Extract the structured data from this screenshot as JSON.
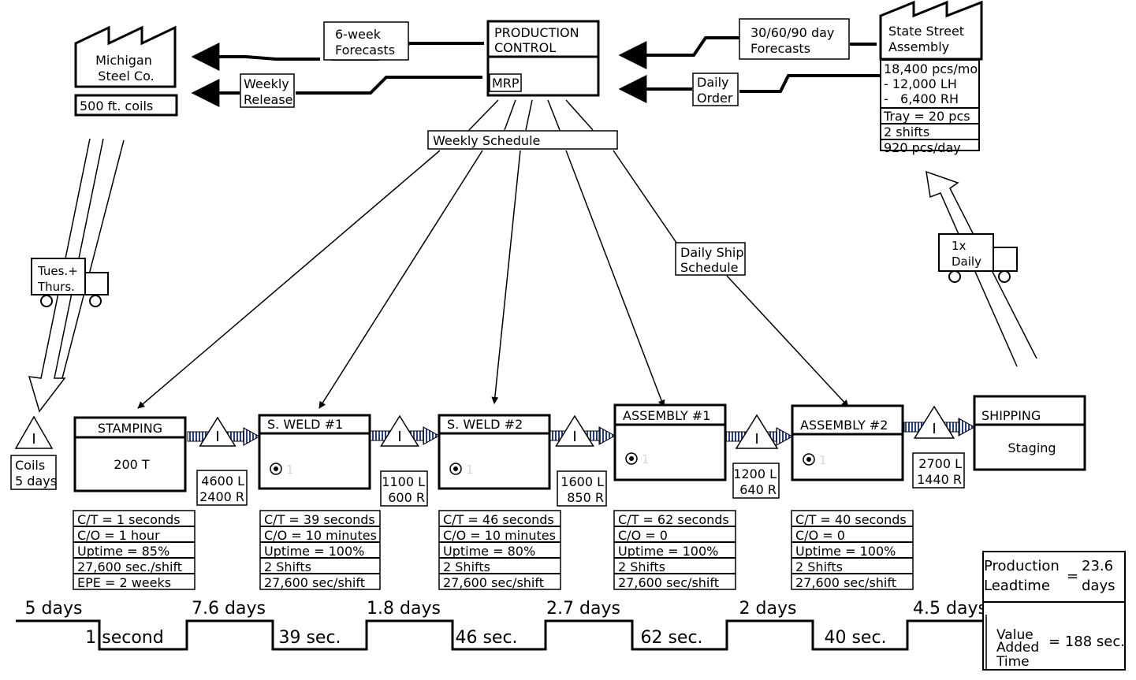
{
  "supplier": {
    "name_line1": "Michigan",
    "name_line2": "Steel Co.",
    "spec": "500 ft. coils"
  },
  "customer": {
    "name_line1": "State Street",
    "name_line2": "Assembly",
    "rows": [
      "18,400 pcs/mo",
      "- 12,000 LH",
      "-   6,400 RH",
      "Tray = 20 pcs",
      "2 shifts",
      "920 pcs/day"
    ]
  },
  "production_control": {
    "title_line1": "PRODUCTION",
    "title_line2": "CONTROL",
    "system": "MRP"
  },
  "info_flows": {
    "supplier_forecast_line1": "6-week",
    "supplier_forecast_line2": "Forecasts",
    "supplier_release_line1": "Weekly",
    "supplier_release_line2": "Release",
    "customer_forecast_line1": "30/60/90 day",
    "customer_forecast_line2": "Forecasts",
    "customer_order_line1": "Daily",
    "customer_order_line2": "Order",
    "weekly_schedule": "Weekly Schedule",
    "daily_ship_line1": "Daily Ship",
    "daily_ship_line2": "Schedule"
  },
  "trucks": {
    "inbound_line1": "Tues.+",
    "inbound_line2": "Thurs.",
    "outbound_line1": "1x",
    "outbound_line2": "Daily"
  },
  "raw_inventory": {
    "symbol": "I",
    "line1": "Coils",
    "line2": "5 days"
  },
  "processes": [
    {
      "name": "STAMPING",
      "body": "200 T",
      "operator": "",
      "data": [
        "C/T = 1 seconds",
        "C/O = 1 hour",
        "Uptime = 85%",
        "27,600 sec./shift",
        "EPE = 2 weeks"
      ]
    },
    {
      "name": "S. WELD #1",
      "body": "",
      "operator": "1",
      "data": [
        "C/T = 39 seconds",
        "C/O = 10 minutes",
        "Uptime = 100%",
        "2 Shifts",
        "27,600 sec/shift"
      ]
    },
    {
      "name": "S. WELD #2",
      "body": "",
      "operator": "1",
      "data": [
        "C/T = 46 seconds",
        "C/O = 10 minutes",
        "Uptime = 80%",
        "2 Shifts",
        "27,600 sec/shift"
      ]
    },
    {
      "name": "ASSEMBLY #1",
      "body": "",
      "operator": "1",
      "data": [
        "C/T = 62 seconds",
        "C/O = 0",
        "Uptime = 100%",
        "2 Shifts",
        "27,600 sec/shift"
      ]
    },
    {
      "name": "ASSEMBLY #2",
      "body": "",
      "operator": "1",
      "data": [
        "C/T = 40 seconds",
        "C/O = 0",
        "Uptime = 100%",
        "2 Shifts",
        "27,600 sec/shift"
      ]
    },
    {
      "name": "SHIPPING",
      "body": "Staging",
      "operator": "",
      "data": []
    }
  ],
  "inventories": [
    {
      "symbol": "I",
      "line1": "4600 L",
      "line2": "2400 R"
    },
    {
      "symbol": "I",
      "line1": "1100 L",
      "line2": "600 R"
    },
    {
      "symbol": "I",
      "line1": "1600 L",
      "line2": "850 R"
    },
    {
      "symbol": "I",
      "line1": "1200 L",
      "line2": "640 R"
    },
    {
      "symbol": "I",
      "line1": "2700 L",
      "line2": "1440 R"
    }
  ],
  "timeline": {
    "wait_times": [
      "5 days",
      "7.6 days",
      "1.8 days",
      "2.7 days",
      "2 days",
      "4.5 days"
    ],
    "process_times": [
      "1 second",
      "39 sec.",
      "46 sec.",
      "62 sec.",
      "40 sec."
    ]
  },
  "summary": {
    "lead_label_line1": "Production",
    "lead_label_line2": "Leadtime",
    "lead_equals": "=",
    "lead_value_line1": "23.6",
    "lead_value_line2": "days",
    "va_label_line1": "Value",
    "va_label_line2": "Added",
    "va_label_line3": "Time",
    "va_value": "= 188 sec."
  }
}
